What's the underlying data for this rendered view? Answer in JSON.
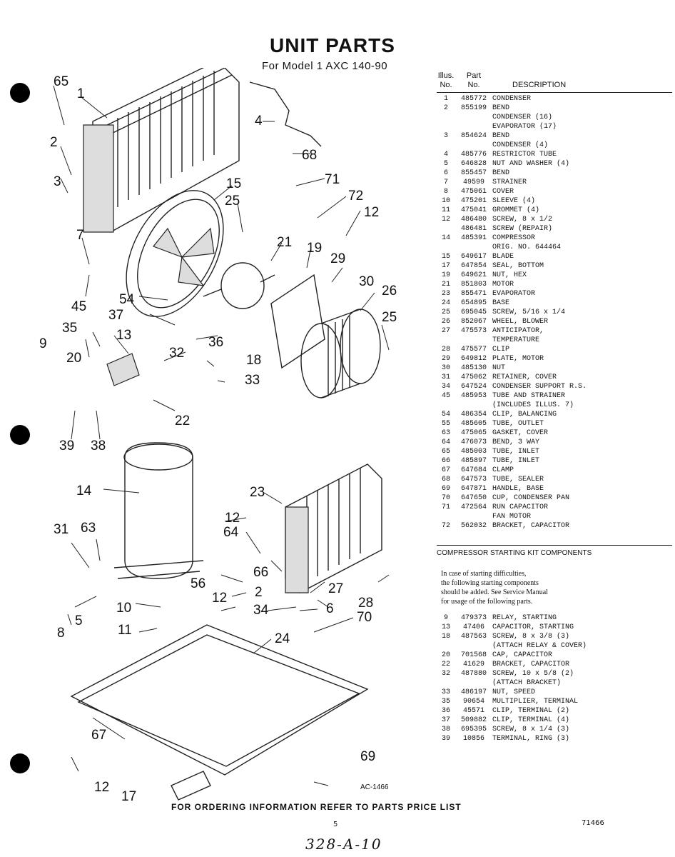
{
  "title": "UNIT PARTS",
  "subtitle": "For Model 1 AXC 140-90",
  "table": {
    "header": {
      "illus_line1": "Illus.",
      "illus_line2": "No.",
      "part_line1": "Part",
      "part_line2": "No.",
      "description": "DESCRIPTION"
    },
    "rows": [
      {
        "illus": "1",
        "part": "485772",
        "desc": "CONDENSER"
      },
      {
        "illus": "2",
        "part": "855199",
        "desc": "BEND"
      },
      {
        "illus": "",
        "part": "",
        "desc": "CONDENSER (16)"
      },
      {
        "illus": "",
        "part": "",
        "desc": "EVAPORATOR (17)"
      },
      {
        "illus": "3",
        "part": "854624",
        "desc": "BEND"
      },
      {
        "illus": "",
        "part": "",
        "desc": "CONDENSER (4)"
      },
      {
        "illus": "4",
        "part": "485776",
        "desc": "RESTRICTOR TUBE"
      },
      {
        "illus": "5",
        "part": "646828",
        "desc": "NUT AND WASHER (4)"
      },
      {
        "illus": "6",
        "part": "855457",
        "desc": "BEND"
      },
      {
        "illus": "7",
        "part": "49599",
        "desc": "STRAINER"
      },
      {
        "illus": "8",
        "part": "475061",
        "desc": "COVER"
      },
      {
        "illus": "10",
        "part": "475201",
        "desc": "SLEEVE (4)"
      },
      {
        "illus": "11",
        "part": "475041",
        "desc": "GROMMET (4)"
      },
      {
        "illus": "12",
        "part": "486480",
        "desc": "SCREW, 8 x 1/2"
      },
      {
        "illus": "",
        "part": "486481",
        "desc": "SCREW (REPAIR)"
      },
      {
        "illus": "14",
        "part": "485391",
        "desc": "COMPRESSOR"
      },
      {
        "illus": "",
        "part": "",
        "desc": "ORIG. NO. 644464"
      },
      {
        "illus": "15",
        "part": "649617",
        "desc": "BLADE"
      },
      {
        "illus": "17",
        "part": "647854",
        "desc": "SEAL, BOTTOM"
      },
      {
        "illus": "19",
        "part": "649621",
        "desc": "NUT, HEX"
      },
      {
        "illus": "21",
        "part": "851803",
        "desc": "MOTOR"
      },
      {
        "illus": "23",
        "part": "855471",
        "desc": "EVAPORATOR"
      },
      {
        "illus": "24",
        "part": "654895",
        "desc": "BASE"
      },
      {
        "illus": "25",
        "part": "695045",
        "desc": "SCREW, 5/16 x 1/4"
      },
      {
        "illus": "26",
        "part": "852067",
        "desc": "WHEEL, BLOWER"
      },
      {
        "illus": "27",
        "part": "475573",
        "desc": "ANTICIPATOR,"
      },
      {
        "illus": "",
        "part": "",
        "desc": "TEMPERATURE"
      },
      {
        "illus": "28",
        "part": "475577",
        "desc": "CLIP"
      },
      {
        "illus": "29",
        "part": "649812",
        "desc": "PLATE, MOTOR"
      },
      {
        "illus": "30",
        "part": "485130",
        "desc": "NUT"
      },
      {
        "illus": "31",
        "part": "475062",
        "desc": "RETAINER, COVER"
      },
      {
        "illus": "34",
        "part": "647524",
        "desc": "CONDENSER SUPPORT R.S."
      },
      {
        "illus": "45",
        "part": "485953",
        "desc": "TUBE AND STRAINER"
      },
      {
        "illus": "",
        "part": "",
        "desc": "(INCLUDES ILLUS. 7)"
      },
      {
        "illus": "54",
        "part": "486354",
        "desc": "CLIP, BALANCING"
      },
      {
        "illus": "55",
        "part": "485605",
        "desc": "TUBE, OUTLET"
      },
      {
        "illus": "63",
        "part": "475065",
        "desc": "GASKET, COVER"
      },
      {
        "illus": "64",
        "part": "476073",
        "desc": "BEND, 3 WAY"
      },
      {
        "illus": "65",
        "part": "485003",
        "desc": "TUBE, INLET"
      },
      {
        "illus": "66",
        "part": "485897",
        "desc": "TUBE, INLET"
      },
      {
        "illus": "67",
        "part": "647684",
        "desc": "CLAMP"
      },
      {
        "illus": "68",
        "part": "647573",
        "desc": "TUBE, SEALER"
      },
      {
        "illus": "69",
        "part": "647871",
        "desc": "HANDLE, BASE"
      },
      {
        "illus": "70",
        "part": "647650",
        "desc": "CUP, CONDENSER PAN"
      },
      {
        "illus": "71",
        "part": "472564",
        "desc": "RUN CAPACITOR"
      },
      {
        "illus": "",
        "part": "",
        "desc": "FAN MOTOR"
      },
      {
        "illus": "72",
        "part": "562032",
        "desc": "BRACKET, CAPACITOR"
      }
    ]
  },
  "kit": {
    "title": "COMPRESSOR STARTING KIT COMPONENTS",
    "note": "In case of starting difficulties,\nthe following starting components\nshould be added. See Service Manual\nfor usage of the following parts.",
    "rows": [
      {
        "illus": "9",
        "part": "479373",
        "desc": "RELAY, STARTING"
      },
      {
        "illus": "13",
        "part": "47406",
        "desc": "CAPACITOR, STARTING"
      },
      {
        "illus": "18",
        "part": "487563",
        "desc": "SCREW, 8 x 3/8 (3)"
      },
      {
        "illus": "",
        "part": "",
        "desc": "(ATTACH RELAY & COVER)"
      },
      {
        "illus": "20",
        "part": "701568",
        "desc": "CAP, CAPACITOR"
      },
      {
        "illus": "22",
        "part": "41629",
        "desc": "BRACKET, CAPACITOR"
      },
      {
        "illus": "32",
        "part": "487880",
        "desc": "SCREW, 10 x 5/8 (2)"
      },
      {
        "illus": "",
        "part": "",
        "desc": "(ATTACH BRACKET)"
      },
      {
        "illus": "33",
        "part": "486197",
        "desc": "NUT, SPEED"
      },
      {
        "illus": "35",
        "part": "90654",
        "desc": "MULTIPLIER, TERMINAL"
      },
      {
        "illus": "36",
        "part": "45571",
        "desc": "CLIP, TERMINAL (2)"
      },
      {
        "illus": "37",
        "part": "509882",
        "desc": "CLIP, TERMINAL (4)"
      },
      {
        "illus": "38",
        "part": "695395",
        "desc": "SCREW, 8 x 1/4 (3)"
      },
      {
        "illus": "39",
        "part": "10856",
        "desc": "TERMINAL, RING (3)"
      }
    ]
  },
  "callouts": [
    "65",
    "1",
    "2",
    "3",
    "7",
    "45",
    "4",
    "68",
    "71",
    "72",
    "12",
    "15",
    "25",
    "21",
    "19",
    "29",
    "30",
    "26",
    "25",
    "54",
    "37",
    "36",
    "35",
    "13",
    "18",
    "9",
    "20",
    "32",
    "33",
    "22",
    "39",
    "38",
    "14",
    "23",
    "12",
    "64",
    "31",
    "63",
    "66",
    "56",
    "27",
    "28",
    "5",
    "10",
    "12",
    "2",
    "34",
    "6",
    "70",
    "8",
    "11",
    "24",
    "67",
    "69",
    "12",
    "17"
  ],
  "figure_code": "AC-1466",
  "footer": "FOR ORDERING INFORMATION REFER TO PARTS PRICE LIST",
  "page_number": "5",
  "doc_number": "71466",
  "handwritten": "328-A-10"
}
